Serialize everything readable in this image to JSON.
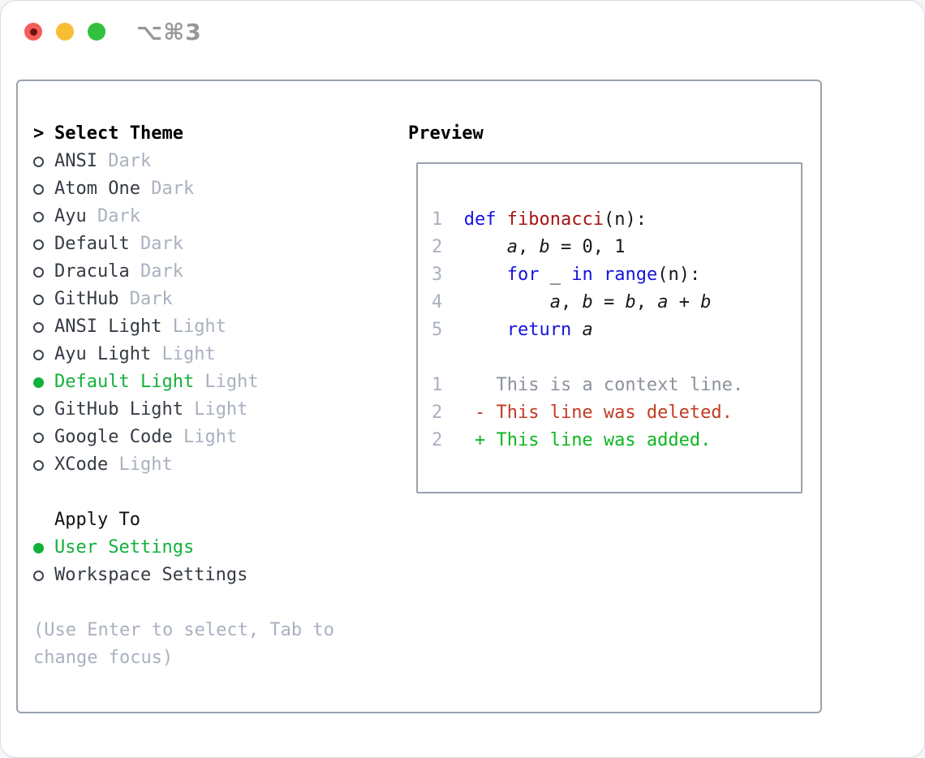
{
  "titlebar": {
    "title": "⌥⌘3",
    "buttons": [
      "close",
      "minimize",
      "zoom"
    ]
  },
  "theme_picker": {
    "header_prefix": ">",
    "header": "Select Theme",
    "items": [
      {
        "name": "ANSI",
        "tag": "Dark",
        "selected": false
      },
      {
        "name": "Atom One",
        "tag": "Dark",
        "selected": false
      },
      {
        "name": "Ayu",
        "tag": "Dark",
        "selected": false
      },
      {
        "name": "Default",
        "tag": "Dark",
        "selected": false
      },
      {
        "name": "Dracula",
        "tag": "Dark",
        "selected": false
      },
      {
        "name": "GitHub",
        "tag": "Dark",
        "selected": false
      },
      {
        "name": "ANSI Light",
        "tag": "Light",
        "selected": false
      },
      {
        "name": "Ayu Light",
        "tag": "Light",
        "selected": false
      },
      {
        "name": "Default Light",
        "tag": "Light",
        "selected": true
      },
      {
        "name": "GitHub Light",
        "tag": "Light",
        "selected": false
      },
      {
        "name": "Google Code",
        "tag": "Light",
        "selected": false
      },
      {
        "name": "XCode",
        "tag": "Light",
        "selected": false
      }
    ],
    "apply_to": {
      "header": "Apply To",
      "options": [
        {
          "label": "User Settings",
          "selected": true
        },
        {
          "label": "Workspace Settings",
          "selected": false
        }
      ]
    },
    "hint": "(Use Enter to select, Tab to change focus)"
  },
  "preview": {
    "title": "Preview",
    "lines": [
      {
        "segments": [
          {
            "s": "num",
            "t": "1"
          },
          {
            "s": "pl",
            "t": "  "
          },
          {
            "s": "kw",
            "t": "def"
          },
          {
            "s": "pl",
            "t": " "
          },
          {
            "s": "fn",
            "t": "fibonacci"
          },
          {
            "s": "pl",
            "t": "(n):"
          }
        ]
      },
      {
        "segments": [
          {
            "s": "num",
            "t": "2"
          },
          {
            "s": "pl",
            "t": "      "
          },
          {
            "s": "var",
            "t": "a"
          },
          {
            "s": "pl",
            "t": ", "
          },
          {
            "s": "var",
            "t": "b"
          },
          {
            "s": "pl",
            "t": " = 0, 1"
          }
        ]
      },
      {
        "segments": [
          {
            "s": "num",
            "t": "3"
          },
          {
            "s": "pl",
            "t": "      "
          },
          {
            "s": "kw",
            "t": "for"
          },
          {
            "s": "pl",
            "t": " _ "
          },
          {
            "s": "kw",
            "t": "in"
          },
          {
            "s": "pl",
            "t": " "
          },
          {
            "s": "kw",
            "t": "range"
          },
          {
            "s": "pl",
            "t": "(n):"
          }
        ]
      },
      {
        "segments": [
          {
            "s": "num",
            "t": "4"
          },
          {
            "s": "pl",
            "t": "          "
          },
          {
            "s": "var",
            "t": "a"
          },
          {
            "s": "pl",
            "t": ", "
          },
          {
            "s": "var",
            "t": "b"
          },
          {
            "s": "pl",
            "t": " = "
          },
          {
            "s": "var",
            "t": "b"
          },
          {
            "s": "pl",
            "t": ", "
          },
          {
            "s": "var",
            "t": "a"
          },
          {
            "s": "pl",
            "t": " + "
          },
          {
            "s": "var",
            "t": "b"
          }
        ]
      },
      {
        "segments": [
          {
            "s": "num",
            "t": "5"
          },
          {
            "s": "pl",
            "t": "      "
          },
          {
            "s": "kw",
            "t": "return"
          },
          {
            "s": "pl",
            "t": " "
          },
          {
            "s": "var",
            "t": "a"
          }
        ]
      },
      {
        "segments": []
      },
      {
        "segments": [
          {
            "s": "num",
            "t": "1"
          },
          {
            "s": "ctx",
            "t": "     This is a context line."
          }
        ]
      },
      {
        "segments": [
          {
            "s": "num",
            "t": "2"
          },
          {
            "s": "del",
            "t": "   - This line was deleted."
          }
        ]
      },
      {
        "segments": [
          {
            "s": "num",
            "t": "2"
          },
          {
            "s": "add",
            "t": "   + This line was added."
          }
        ]
      }
    ]
  },
  "colors": {
    "accent_green": "#12b13b",
    "keyword_blue": "#1414e0",
    "function_red": "#a81414",
    "diff_red": "#c43b22",
    "diff_green": "#0eb622",
    "muted_gray": "#a9b1bf",
    "context_gray": "#8b929c",
    "border_gray": "#9aa2ae",
    "traffic_red": "#f35f58",
    "traffic_yellow": "#f7bd35",
    "traffic_green": "#32c03e"
  }
}
